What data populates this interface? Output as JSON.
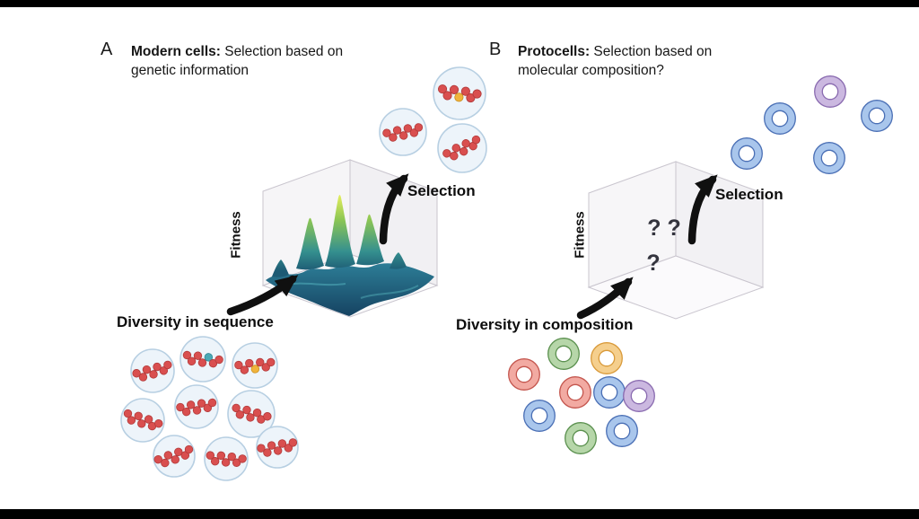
{
  "figure": {
    "background": "#ffffff",
    "top_bar_color": "#000000",
    "bottom_bar_color": "#000000"
  },
  "panelA": {
    "label": "A",
    "title_bold": "Modern cells:",
    "title_rest": " Selection based on",
    "title_line2": "genetic information",
    "fitness_axis_label": "Fitness",
    "selection_label": "Selection",
    "diversity_label": "Diversity in sequence",
    "icons": {
      "cell": "cell-with-rna-chain-icon",
      "landscape": "fitness-landscape-3d-icon",
      "arrow": "curved-black-arrow-icon"
    },
    "colors": {
      "cell_fill": "#edf4fa",
      "cell_stroke": "#b7cfe2",
      "rna_bead": "#d94f4f",
      "rna_bead_yellow": "#f0b43c",
      "rna_bead_teal": "#4aa8b5",
      "landscape_sea_top": "#2e8099",
      "landscape_sea_bottom": "#143f5e",
      "landscape_peak_tip": "#eef25e"
    }
  },
  "panelB": {
    "label": "B",
    "title_bold": "Protocells:",
    "title_rest": " Selection based on",
    "title_line2": "molecular composition?",
    "fitness_axis_label": "Fitness",
    "selection_label": "Selection",
    "diversity_label": "Diversity in composition",
    "question_marks_line1": "? ?",
    "question_marks_line2": "?",
    "icons": {
      "vesicle": "vesicle-ring-icon",
      "cube": "empty-fitness-cube-icon",
      "arrow": "curved-black-arrow-icon"
    },
    "colors": {
      "ring_blue": "#a9c6ec",
      "ring_blue_edge": "#4a6fb5",
      "ring_purple": "#cbb8e0",
      "ring_purple_edge": "#8a6bb0",
      "ring_green": "#b6d6a9",
      "ring_green_edge": "#5c9150",
      "ring_orange": "#f5cf8d",
      "ring_orange_edge": "#d99a3a",
      "ring_red": "#f2aaa2",
      "ring_red_edge": "#c4564e"
    }
  }
}
